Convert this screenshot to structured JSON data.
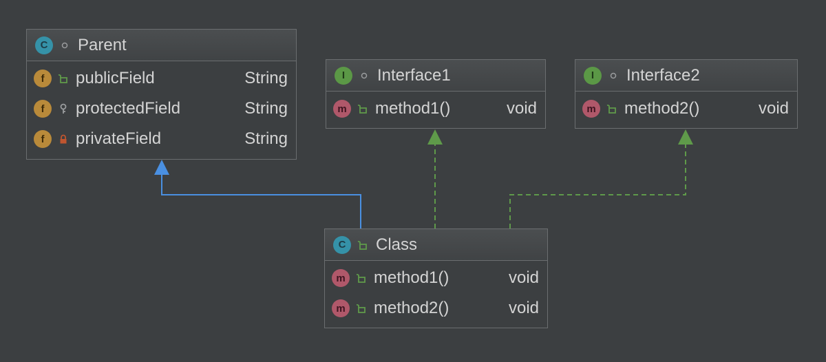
{
  "colors": {
    "background": "#3c3f41",
    "extends_edge": "#4a90e2",
    "implements_edge": "#5f9a4a",
    "class_badge": "#3592a8",
    "interface_badge": "#5b9846",
    "field_badge": "#b98a3a",
    "method_badge": "#b0586a"
  },
  "nodes": {
    "parent": {
      "kind": "class",
      "badge": "C",
      "title": "Parent",
      "visibility_icon": "package-dot-icon",
      "members": [
        {
          "badge": "f",
          "name": "publicField",
          "type": "String",
          "visibility_icon": "public-unlocked-icon"
        },
        {
          "badge": "f",
          "name": "protectedField",
          "type": "String",
          "visibility_icon": "protected-key-icon"
        },
        {
          "badge": "f",
          "name": "privateField",
          "type": "String",
          "visibility_icon": "private-lock-icon"
        }
      ]
    },
    "interface1": {
      "kind": "interface",
      "badge": "I",
      "title": "Interface1",
      "visibility_icon": "package-dot-icon",
      "members": [
        {
          "badge": "m",
          "name": "method1()",
          "type": "void",
          "visibility_icon": "public-unlocked-icon"
        }
      ]
    },
    "interface2": {
      "kind": "interface",
      "badge": "I",
      "title": "Interface2",
      "visibility_icon": "package-dot-icon",
      "members": [
        {
          "badge": "m",
          "name": "method2()",
          "type": "void",
          "visibility_icon": "public-unlocked-icon"
        }
      ]
    },
    "class": {
      "kind": "class",
      "badge": "C",
      "title": "Class",
      "visibility_icon": "public-unlocked-icon",
      "members": [
        {
          "badge": "m",
          "name": "method1()",
          "type": "void",
          "visibility_icon": "public-unlocked-icon"
        },
        {
          "badge": "m",
          "name": "method2()",
          "type": "void",
          "visibility_icon": "public-unlocked-icon"
        }
      ]
    }
  },
  "edges": [
    {
      "from": "class",
      "to": "parent",
      "relation": "extends"
    },
    {
      "from": "class",
      "to": "interface1",
      "relation": "implements"
    },
    {
      "from": "class",
      "to": "interface2",
      "relation": "implements"
    }
  ]
}
